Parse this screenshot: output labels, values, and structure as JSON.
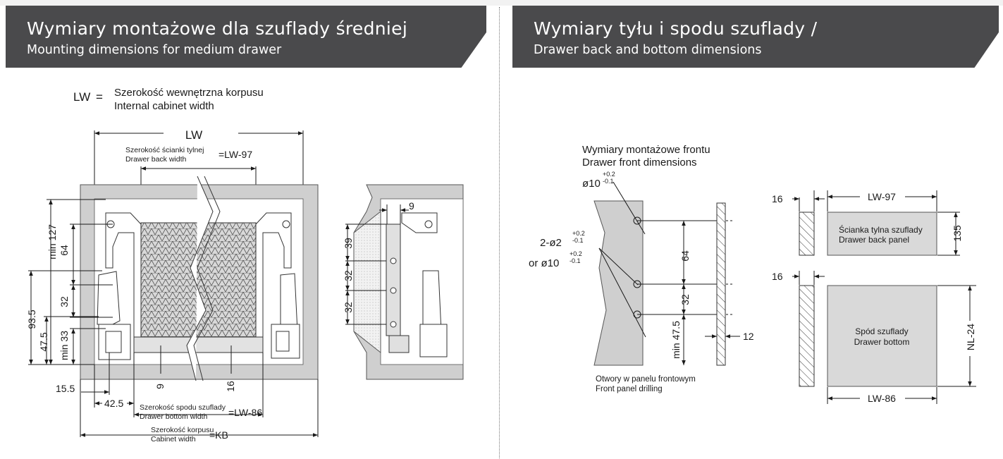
{
  "left_panel": {
    "title_pl": "Wymiary montażowe dla szuflady średniej",
    "title_en": "Mounting dimensions for medium drawer",
    "legend_lw": "LW",
    "legend_eq": "=",
    "legend_pl": "Szerokość wewnętrzna korpusu",
    "legend_en": "Internal cabinet width",
    "dim_lw": "LW",
    "back_width_pl": "Szerokość ścianki tylnej",
    "back_width_en": "Drawer back width",
    "back_width_val": "=LW-97",
    "dim_min127": "min 127",
    "dim_64": "64",
    "dim_32": "32",
    "dim_93_5": "93.5",
    "dim_47_5": "47.5",
    "dim_min33": "min 33",
    "dim_15_5": "15.5",
    "dim_42_5": "42.5",
    "dim_9": "9",
    "dim_16": "16",
    "bottom_width_pl": "Szerokość spodu szuflady",
    "bottom_width_en": "Drawer bottom width",
    "bottom_width_val": "=LW-86",
    "cabinet_width_pl": "Szerokość korpusu",
    "cabinet_width_en": "Cabinet width",
    "cabinet_width_val": "=KB",
    "side_dim_9": "9",
    "side_dim_39": "39",
    "side_dim_32a": "32",
    "side_dim_32b": "32"
  },
  "right_panel": {
    "title_pl": "Wymiary tyłu i spodu szuflady /",
    "title_en": "Drawer back and bottom dimensions",
    "front_dims_pl": "Wymiary montażowe frontu",
    "front_dims_en": "Drawer front dimensions",
    "hole_d10": "ø10",
    "hole_d10_tol_top": "+0.2",
    "hole_d10_tol_bottom": "-0.1",
    "hole_2d2": "2-ø2",
    "hole_2d2_tol_top": "+0.2",
    "hole_2d2_tol_bottom": "-0.1",
    "hole_or_d10": "or ø10",
    "hole_or_tol_top": "+0.2",
    "hole_or_tol_bottom": "-0.1",
    "dim_64": "64",
    "dim_32": "32",
    "dim_min47_5": "min 47.5",
    "dim_12": "12",
    "front_drilling_pl": "Otwory w panelu frontowym",
    "front_drilling_en": "Front panel drilling",
    "back_thickness": "16",
    "back_width": "LW-97",
    "back_panel_pl": "Ścianka tylna szuflady",
    "back_panel_en": "Drawer back panel",
    "back_height": "135",
    "bottom_thickness": "16",
    "bottom_depth": "NL-24",
    "bottom_panel_pl": "Spód szuflady",
    "bottom_panel_en": "Drawer bottom",
    "bottom_width": "LW-86"
  }
}
